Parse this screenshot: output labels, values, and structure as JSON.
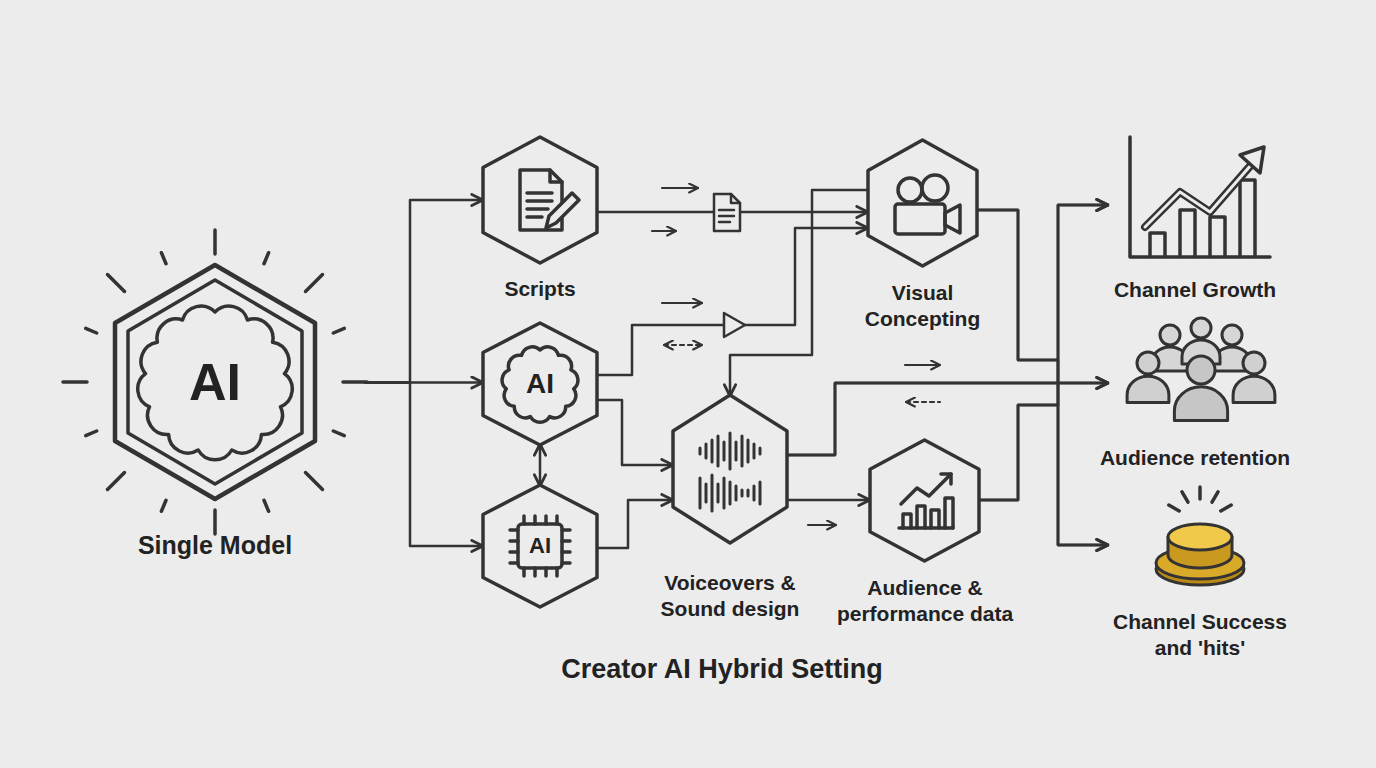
{
  "diagram": {
    "caption": "Creator AI Hybrid Setting",
    "nodes": [
      {
        "text": [
          "AI",
          "Single Model"
        ]
      },
      {
        "text": [
          "Scripts"
        ]
      },
      {
        "text": [
          "AI"
        ]
      },
      {
        "text": [
          "AI"
        ]
      },
      {
        "text": [
          "Visual Concepting"
        ]
      },
      {
        "text": [
          "Voiceovers & Sound design"
        ]
      },
      {
        "text": [
          "Audience & performance data"
        ]
      },
      {
        "text": [
          "Channel Growth"
        ]
      },
      {
        "text": [
          "Audience retention"
        ]
      },
      {
        "text": [
          "Channel Success and 'hits'"
        ]
      }
    ],
    "edges": [
      {
        "from": 0,
        "to": 1,
        "arrow": "to"
      },
      {
        "from": 0,
        "to": 2,
        "arrow": "to"
      },
      {
        "from": 0,
        "to": 3,
        "arrow": "to"
      },
      {
        "from": 2,
        "to": 3,
        "arrow": "both"
      },
      {
        "from": 1,
        "to": 4,
        "arrow": "to"
      },
      {
        "from": 2,
        "to": 4,
        "arrow": "to"
      },
      {
        "from": 2,
        "to": 5,
        "arrow": "to"
      },
      {
        "from": 3,
        "to": 5,
        "arrow": "to"
      },
      {
        "from": 4,
        "to": 5,
        "arrow": "to"
      },
      {
        "from": 5,
        "to": 6,
        "arrow": "to"
      },
      {
        "from": 4,
        "to": 7,
        "arrow": "to"
      },
      {
        "from": 4,
        "to": 8,
        "arrow": "to"
      },
      {
        "from": 4,
        "to": 9,
        "arrow": "to"
      },
      {
        "from": 5,
        "to": 7,
        "arrow": "to"
      },
      {
        "from": 5,
        "to": 8,
        "arrow": "to"
      },
      {
        "from": 5,
        "to": 9,
        "arrow": "to"
      },
      {
        "from": 6,
        "to": 7,
        "arrow": "to"
      },
      {
        "from": 6,
        "to": 8,
        "arrow": "to"
      },
      {
        "from": 6,
        "to": 9,
        "arrow": "to"
      }
    ]
  }
}
